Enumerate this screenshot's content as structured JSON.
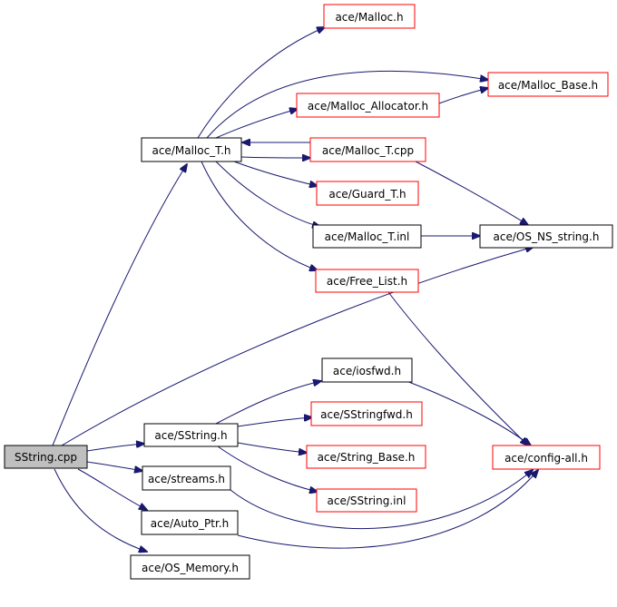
{
  "colors": {
    "edge": "#191970",
    "node_border_documented": "#000000",
    "node_border_undocumented": "#ff0000",
    "root_fill": "#bfbfbf"
  },
  "nodes": {
    "sstring_cpp": "SString.cpp",
    "malloc_t_h": "ace/Malloc_T.h",
    "malloc_h": "ace/Malloc.h",
    "malloc_base_h": "ace/Malloc_Base.h",
    "malloc_allocator_h": "ace/Malloc_Allocator.h",
    "malloc_t_cpp": "ace/Malloc_T.cpp",
    "guard_t_h": "ace/Guard_T.h",
    "malloc_t_inl": "ace/Malloc_T.inl",
    "os_ns_string_h": "ace/OS_NS_string.h",
    "free_list_h": "ace/Free_List.h",
    "iosfwd_h": "ace/iosfwd.h",
    "sstring_h": "ace/SString.h",
    "sstringfwd_h": "ace/SStringfwd.h",
    "string_base_h": "ace/String_Base.h",
    "config_all_h": "ace/config-all.h",
    "streams_h": "ace/streams.h",
    "sstring_inl": "ace/SString.inl",
    "auto_ptr_h": "ace/Auto_Ptr.h",
    "os_memory_h": "ace/OS_Memory.h"
  }
}
